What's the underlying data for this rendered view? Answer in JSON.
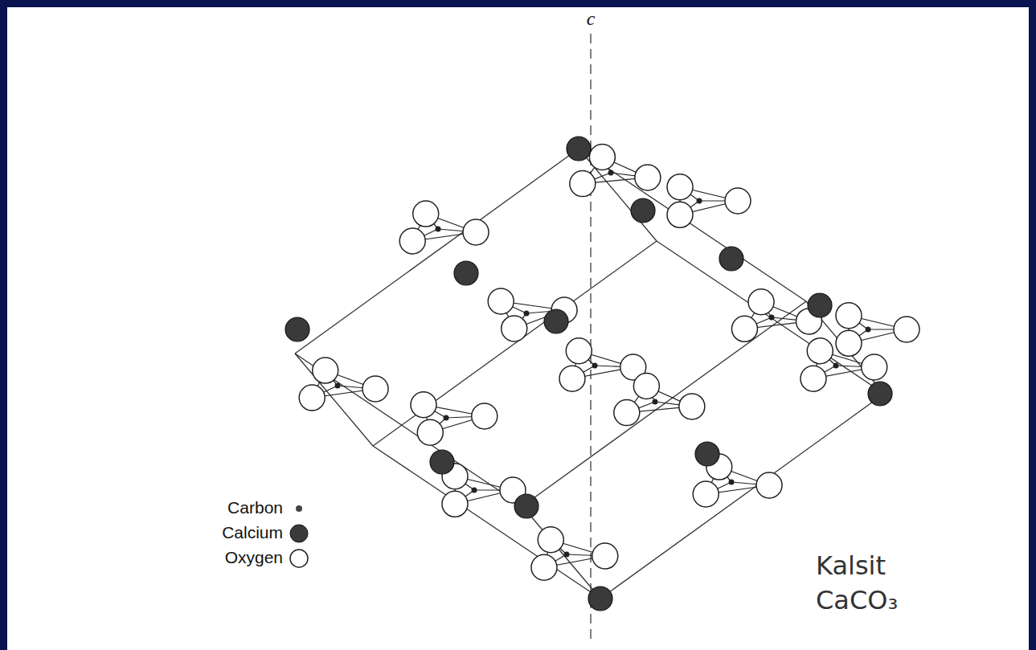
{
  "diagram": {
    "labels": [
      "c",
      "Kalsit",
      "CaCO₃"
    ],
    "legend": [
      {
        "text": "Carbon"
      },
      {
        "text": "Calcium"
      },
      {
        "text": "Oxygen"
      }
    ]
  }
}
